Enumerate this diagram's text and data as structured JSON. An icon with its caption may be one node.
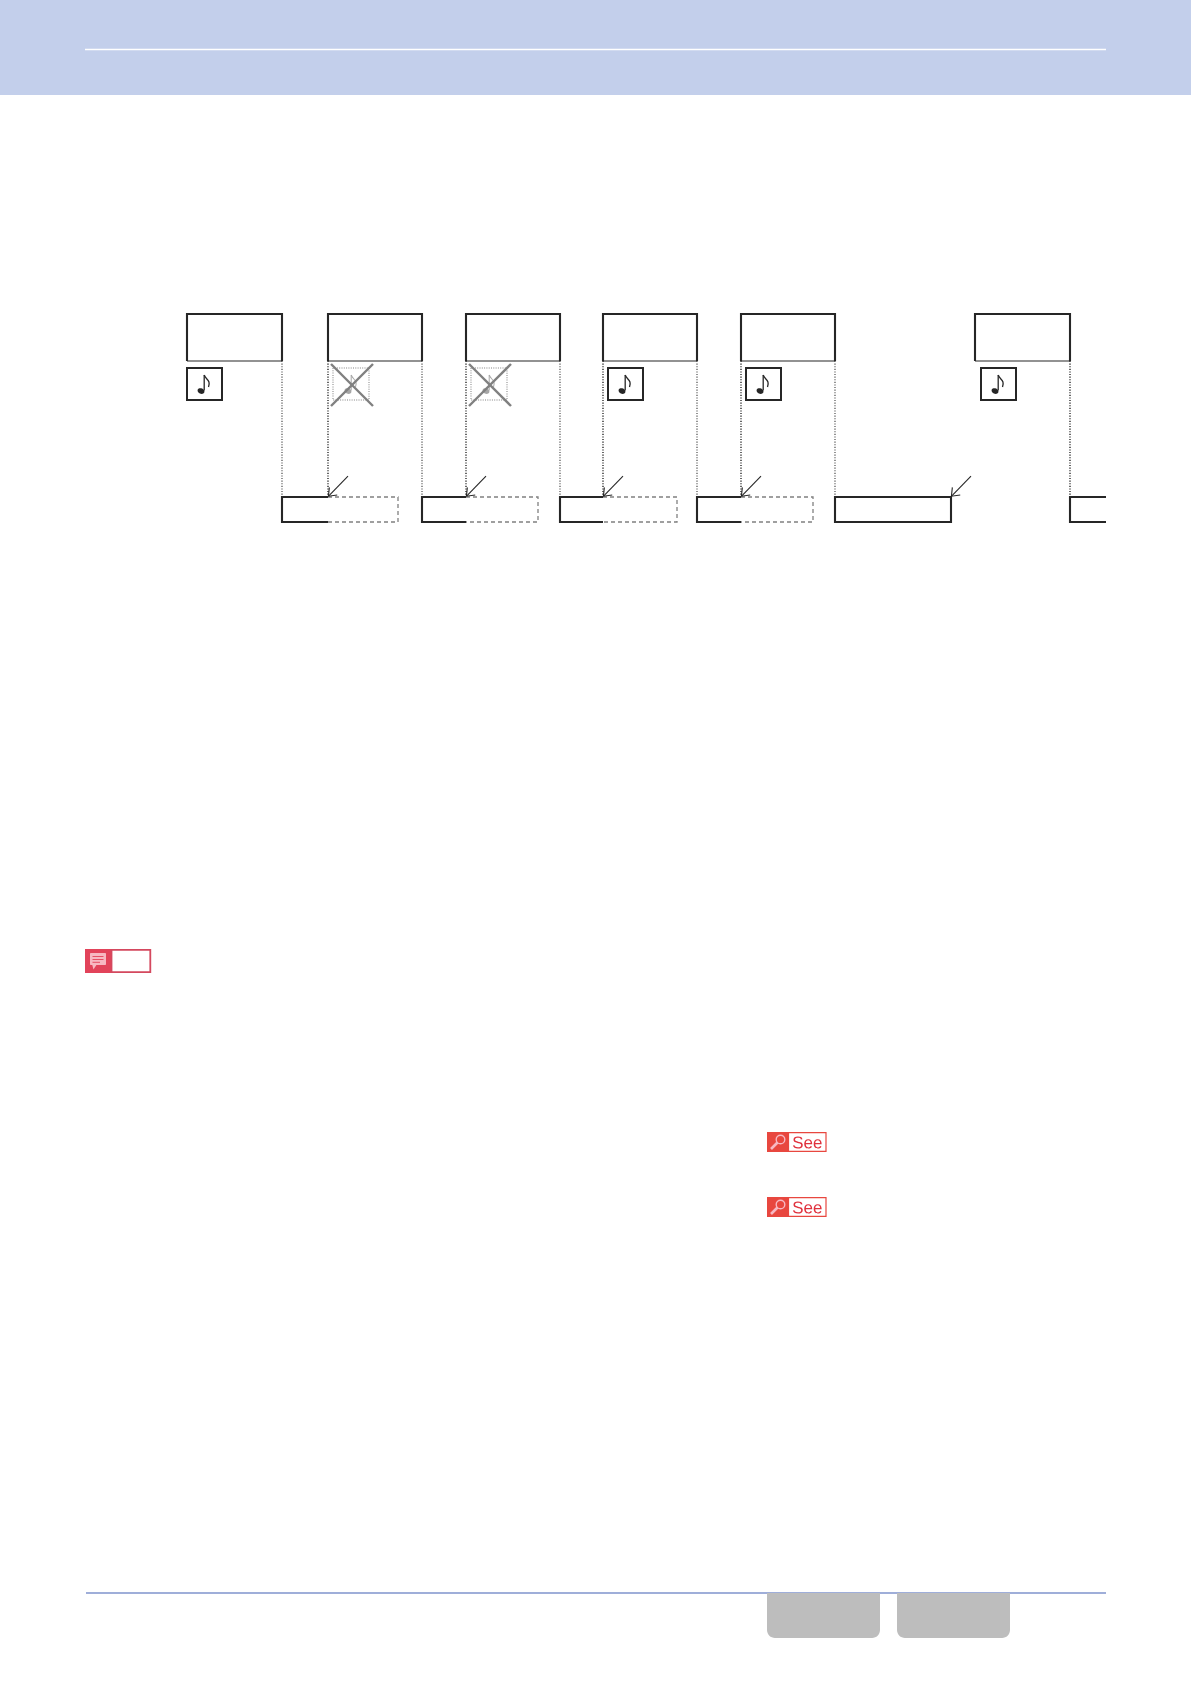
{
  "diagram": {
    "nodes": [
      {
        "text": [],
        "shape": "box"
      },
      {
        "text": [],
        "shape": "box"
      },
      {
        "text": [],
        "shape": "box"
      },
      {
        "text": [],
        "shape": "box"
      },
      {
        "text": [],
        "shape": "box"
      },
      {
        "text": [],
        "shape": "box"
      },
      {
        "text": [],
        "shape": "box"
      },
      {
        "text": [],
        "shape": "box"
      },
      {
        "text": [],
        "shape": "box"
      },
      {
        "text": [],
        "shape": "box"
      },
      {
        "text": [],
        "shape": "box"
      },
      {
        "text": [],
        "shape": "box"
      }
    ],
    "edges": [
      {
        "from": null,
        "to": 6,
        "arrow": "to"
      },
      {
        "from": null,
        "to": 7,
        "arrow": "to"
      },
      {
        "from": null,
        "to": 8,
        "arrow": "to"
      },
      {
        "from": null,
        "to": 9,
        "arrow": "to"
      },
      {
        "from": null,
        "to": 10,
        "arrow": "to"
      }
    ],
    "labels": [
      "See",
      "See"
    ]
  }
}
